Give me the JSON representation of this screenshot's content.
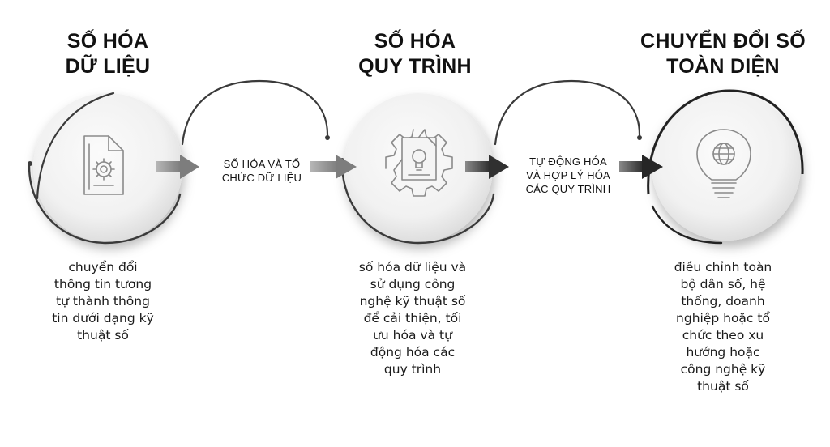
{
  "stages": [
    {
      "title_lines": [
        "SỐ HÓA",
        "DỮ LIỆU"
      ],
      "desc_lines": [
        "chuyển đổi",
        "thông tin tương",
        "tự thành thông",
        "tin dưới dạng kỹ",
        "thuật số"
      ],
      "icon": "document-gear-icon"
    },
    {
      "title_lines": [
        "SỐ HÓA",
        "QUY TRÌNH"
      ],
      "desc_lines": [
        "số hóa dữ liệu và",
        "sử dụng công",
        "nghệ kỹ thuật số",
        "để cải thiện, tối",
        "ưu hóa và tự",
        "động hóa các",
        "quy trình"
      ],
      "icon": "gear-document-lightbulb-icon"
    },
    {
      "title_lines": [
        "CHUYỂN ĐỔI SỐ",
        "TOÀN DIỆN"
      ],
      "desc_lines": [
        "điều chỉnh toàn",
        "bộ dân số, hệ",
        "thống, doanh",
        "nghiệp hoặc tổ",
        "chức theo xu",
        "hướng hoặc",
        "công nghệ kỹ",
        "thuật số"
      ],
      "icon": "globe-lightbulb-icon"
    }
  ],
  "connectors": [
    {
      "label_lines": [
        "SỐ HÓA VÀ TỔ",
        "CHỨC DỮ LIỆU"
      ]
    },
    {
      "label_lines": [
        "TỰ ĐỘNG HÓA",
        "VÀ HỢP LÝ HÓA",
        "CÁC QUY TRÌNH"
      ]
    }
  ],
  "colors": {
    "circle_fill_light": "#fafafa",
    "circle_fill_dark": "#e2e2e2",
    "arc_stroke": "#3a3a3a",
    "arrow_light": "#9a9a9a",
    "arrow_dark": "#2e2e2e",
    "icon_stroke": "#8a8a8a",
    "text": "#111111"
  }
}
